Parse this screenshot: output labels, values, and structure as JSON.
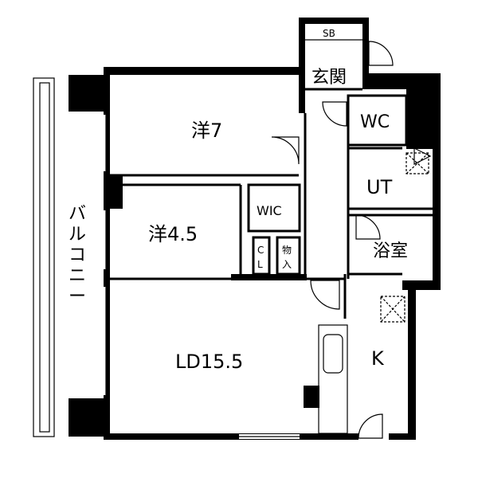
{
  "rooms": {
    "bedroom_7": "洋7",
    "bedroom_45": "洋4.5",
    "living_dining": "LD15.5",
    "kitchen": "K",
    "entrance": "玄関",
    "shoe_box": "SB",
    "toilet": "WC",
    "utility": "UT",
    "bathroom": "浴室",
    "walk_in_closet": "WIC",
    "closet_c": "C",
    "closet_l": "L",
    "storage_1": "物",
    "storage_2": "入",
    "balcony_1": "バ",
    "balcony_2": "ル",
    "balcony_3": "コ",
    "balcony_4": "ニ",
    "balcony_5": "ー"
  }
}
